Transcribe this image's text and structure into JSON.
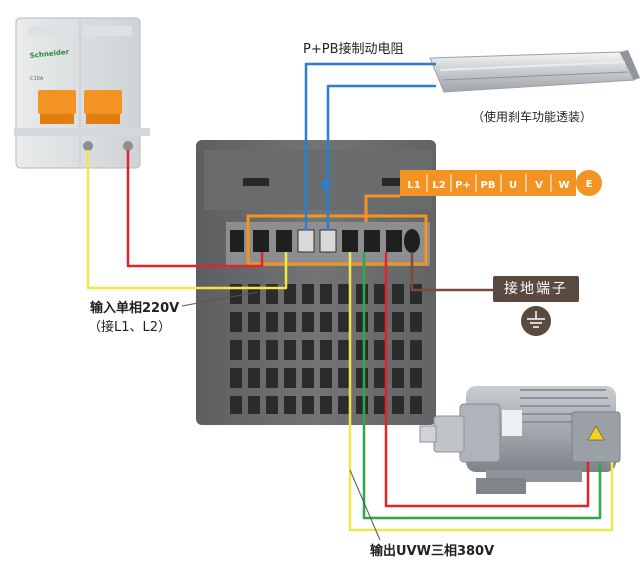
{
  "labels": {
    "brake_resistor": "P+PB接制动电阻",
    "brake_note": "（使用刹车功能透装）",
    "input_line1": "输入单相220V",
    "input_line2": "（接L1、L2）",
    "ground": "接地端子",
    "output": "输出UVW三相380V"
  },
  "terminals": [
    "L1",
    "L2",
    "P+",
    "PB",
    "U",
    "V",
    "W",
    "E"
  ],
  "breaker": {
    "brand": "Schneider",
    "model": "C10A"
  },
  "colors": {
    "orange": "#f39323",
    "wire_yellow": "#f2e64a",
    "wire_red": "#e0242a",
    "wire_blue": "#2a7fd0",
    "wire_green": "#2fa84a",
    "wire_brown": "#7a4a3a",
    "inverter_body": "#6d6e70",
    "ground_box": "#5a4a40"
  },
  "icons": [
    "ground-symbol-icon",
    "warning-triangle-icon"
  ]
}
